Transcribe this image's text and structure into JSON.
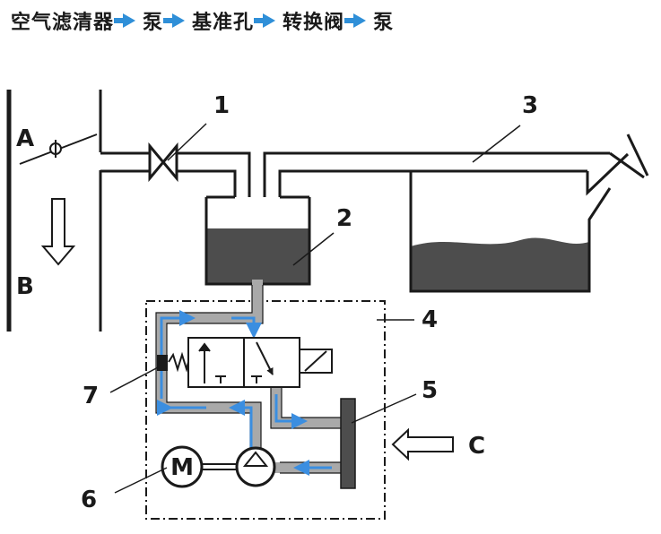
{
  "flow": {
    "steps": [
      "空气滤清器",
      "泵",
      "基准孔",
      "转换阀",
      "泵"
    ]
  },
  "labels": {
    "n1": "1",
    "n2": "2",
    "n3": "3",
    "n4": "4",
    "n5": "5",
    "n6": "6",
    "n7": "7",
    "a": "A",
    "b": "B",
    "c": "C",
    "m": "M"
  },
  "colors": {
    "line": "#1a1a1a",
    "fluid": "#4d4d4d",
    "pipe": "#a9a9a9",
    "flow_arrow": "#3b8ee0",
    "title_arrow": "#2f8fd8"
  }
}
